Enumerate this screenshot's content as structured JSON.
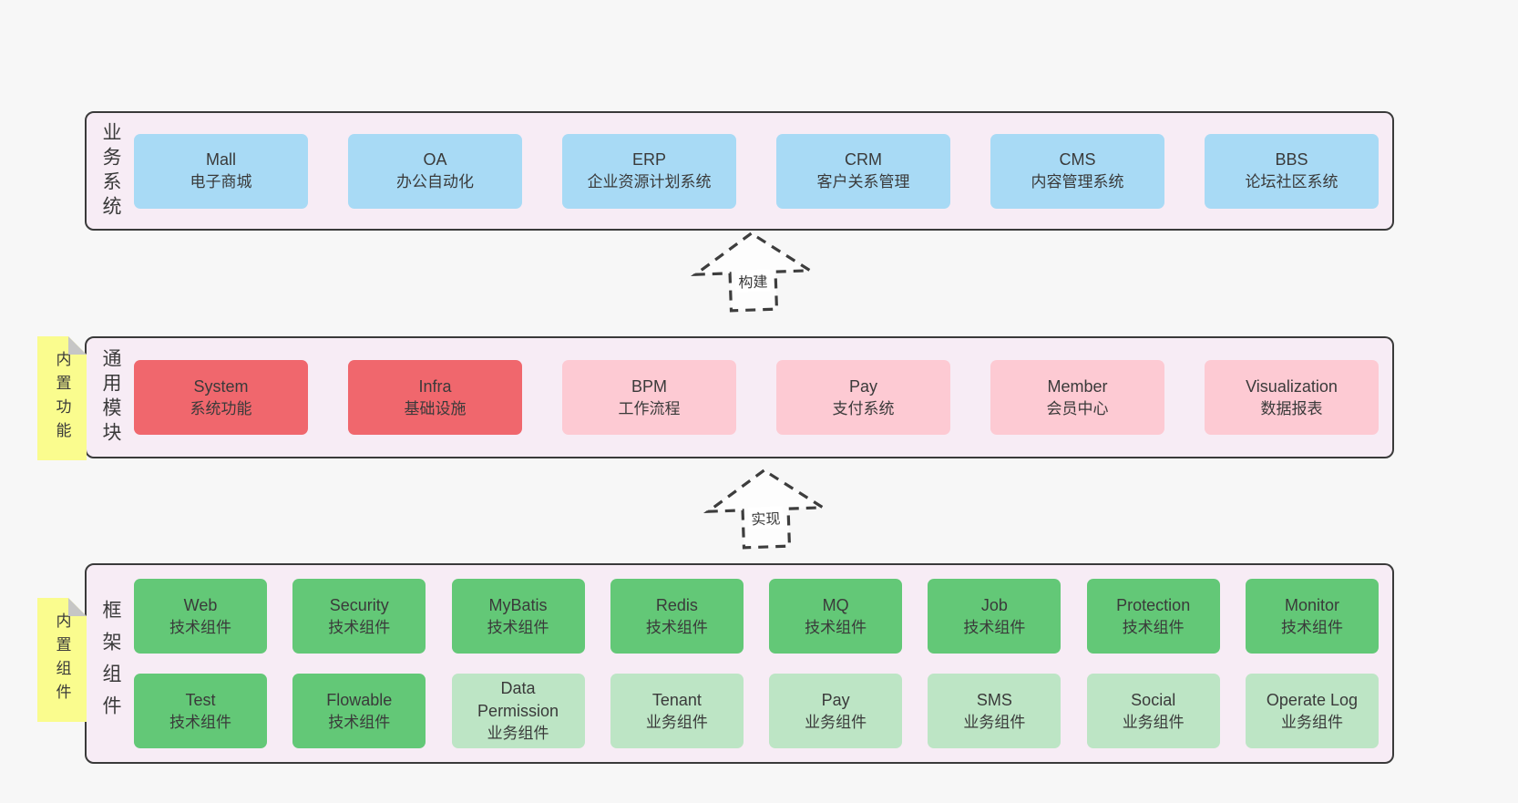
{
  "colors": {
    "container-bg": "#f7ecf5",
    "outline": "#3a3a3a",
    "blue": "#a8daf5",
    "red": "#f0676d",
    "pink": "#fdcad3",
    "green": "#63c877",
    "lightgreen": "#bde5c5",
    "yellow": "#fafc8e",
    "fold": "#c6c6c6"
  },
  "diagram": {
    "layers": {
      "business": {
        "label": "业务系统",
        "rows": [
          [
            {
              "en": "Mall",
              "zh": "电子商城",
              "color": "blue"
            },
            {
              "en": "OA",
              "zh": "办公自动化",
              "color": "blue"
            },
            {
              "en": "ERP",
              "zh": "企业资源计划系统",
              "color": "blue"
            },
            {
              "en": "CRM",
              "zh": "客户关系管理",
              "color": "blue"
            },
            {
              "en": "CMS",
              "zh": "内容管理系统",
              "color": "blue"
            },
            {
              "en": "BBS",
              "zh": "论坛社区系统",
              "color": "blue"
            }
          ]
        ]
      },
      "modules": {
        "label": "通用模块",
        "side_tab": "内置功能",
        "rows": [
          [
            {
              "en": "System",
              "zh": "系统功能",
              "color": "red"
            },
            {
              "en": "Infra",
              "zh": "基础设施",
              "color": "red"
            },
            {
              "en": "BPM",
              "zh": "工作流程",
              "color": "pink"
            },
            {
              "en": "Pay",
              "zh": "支付系统",
              "color": "pink"
            },
            {
              "en": "Member",
              "zh": "会员中心",
              "color": "pink"
            },
            {
              "en": "Visualization",
              "zh": "数据报表",
              "color": "pink"
            }
          ]
        ]
      },
      "components": {
        "label": "框架组件",
        "side_tab": "内置组件",
        "rows": [
          [
            {
              "en": "Web",
              "zh": "技术组件",
              "color": "green"
            },
            {
              "en": "Security",
              "zh": "技术组件",
              "color": "green"
            },
            {
              "en": "MyBatis",
              "zh": "技术组件",
              "color": "green"
            },
            {
              "en": "Redis",
              "zh": "技术组件",
              "color": "green"
            },
            {
              "en": "MQ",
              "zh": "技术组件",
              "color": "green"
            },
            {
              "en": "Job",
              "zh": "技术组件",
              "color": "green"
            },
            {
              "en": "Protection",
              "zh": "技术组件",
              "color": "green"
            },
            {
              "en": "Monitor",
              "zh": "技术组件",
              "color": "green"
            }
          ],
          [
            {
              "en": "Test",
              "zh": "技术组件",
              "color": "green"
            },
            {
              "en": "Flowable",
              "zh": "技术组件",
              "color": "green"
            },
            {
              "en": "Data Permission",
              "zh": "业务组件",
              "color": "lightgreen"
            },
            {
              "en": "Tenant",
              "zh": "业务组件",
              "color": "lightgreen"
            },
            {
              "en": "Pay",
              "zh": "业务组件",
              "color": "lightgreen"
            },
            {
              "en": "SMS",
              "zh": "业务组件",
              "color": "lightgreen"
            },
            {
              "en": "Social",
              "zh": "业务组件",
              "color": "lightgreen"
            },
            {
              "en": "Operate Log",
              "zh": "业务组件",
              "color": "lightgreen"
            }
          ]
        ]
      }
    },
    "arrows": [
      {
        "label": "构建"
      },
      {
        "label": "实现"
      }
    ]
  }
}
